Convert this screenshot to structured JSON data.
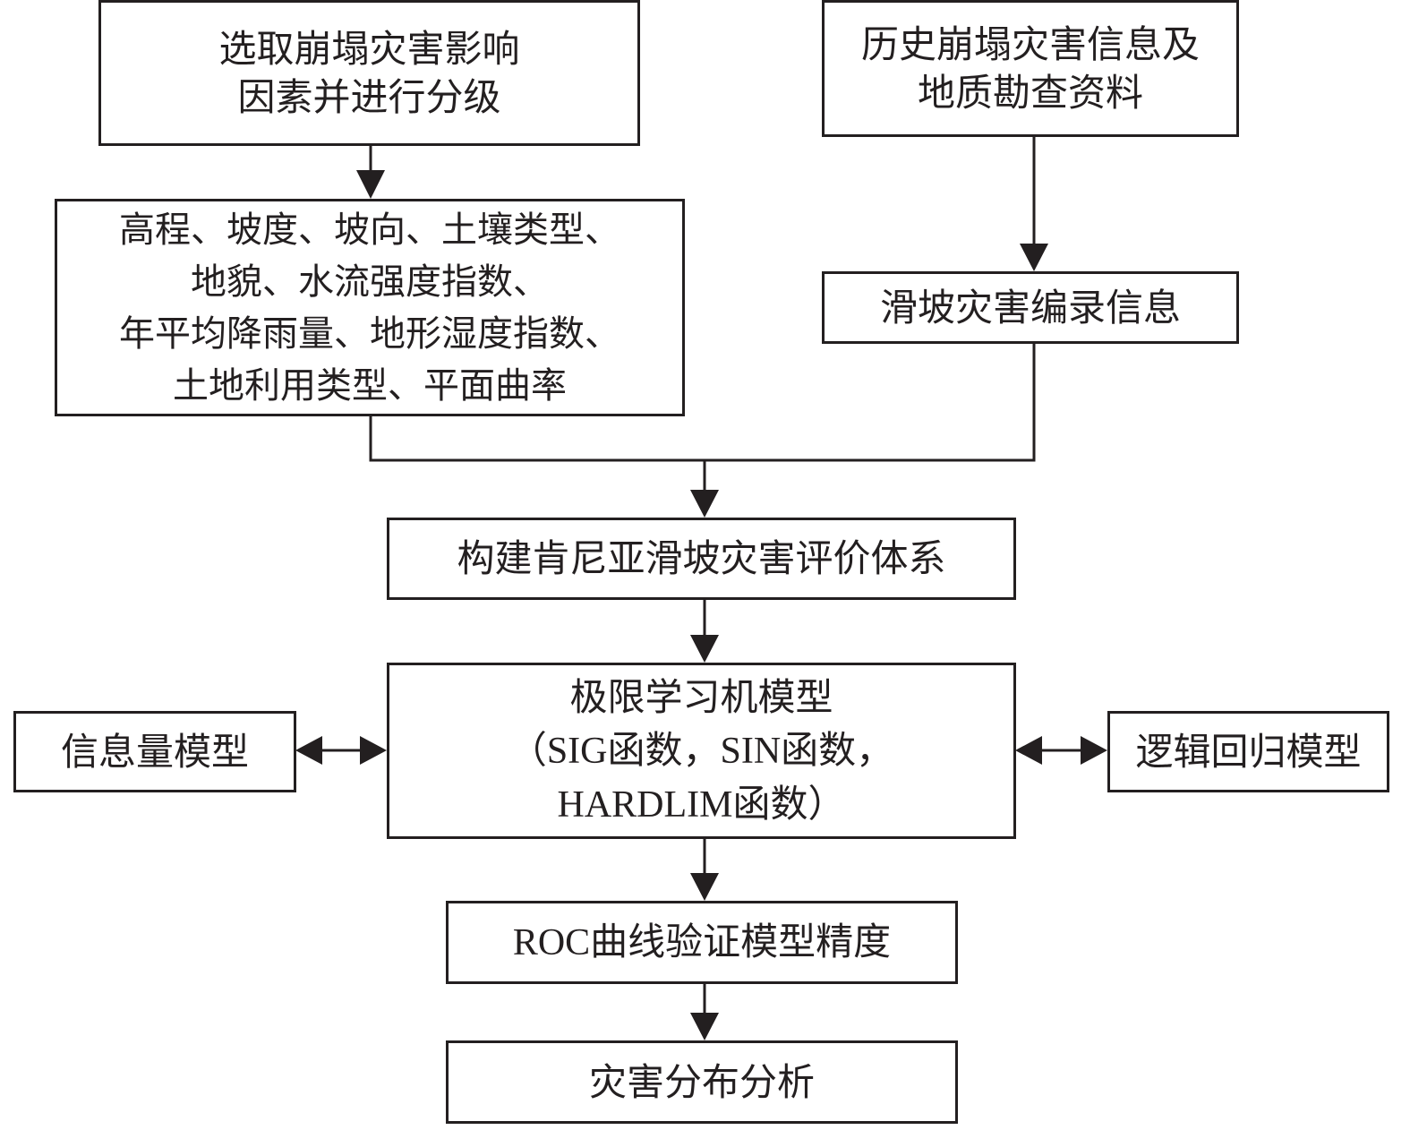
{
  "nodes": {
    "select_factors": {
      "lines": [
        "选取崩塌灾害影响",
        "因素并进行分级"
      ]
    },
    "history_info": {
      "lines": [
        "历史崩塌灾害信息及",
        "地质勘查资料"
      ]
    },
    "factor_list": {
      "lines": [
        "高程、坡度、坡向、土壤类型、",
        "地貌、水流强度指数、",
        "年平均降雨量、地形湿度指数、",
        "土地利用类型、平面曲率"
      ]
    },
    "landslide_catalog": {
      "label": "滑坡灾害编录信息"
    },
    "evaluation_system": {
      "label": "构建肯尼亚滑坡灾害评价体系"
    },
    "elm_model": {
      "lines": [
        "极限学习机模型",
        "（SIG函数，SIN函数，",
        "HARDLIM函数）"
      ]
    },
    "info_model": {
      "label": "信息量模型"
    },
    "logistic_model": {
      "label": "逻辑回归模型"
    },
    "roc_validation": {
      "label": "ROC曲线验证模型精度"
    },
    "distribution_analysis": {
      "label": "灾害分布分析"
    }
  },
  "edges": [
    {
      "from": "select_factors",
      "to": "factor_list"
    },
    {
      "from": "history_info",
      "to": "landslide_catalog"
    },
    {
      "from": "factor_list",
      "to": "evaluation_system"
    },
    {
      "from": "landslide_catalog",
      "to": "evaluation_system"
    },
    {
      "from": "evaluation_system",
      "to": "elm_model"
    },
    {
      "from": "elm_model",
      "to": "info_model",
      "bidirectional": true
    },
    {
      "from": "elm_model",
      "to": "logistic_model",
      "bidirectional": true
    },
    {
      "from": "elm_model",
      "to": "roc_validation"
    },
    {
      "from": "roc_validation",
      "to": "distribution_analysis"
    }
  ],
  "colors": {
    "stroke": "#231f20",
    "background": "#ffffff"
  }
}
